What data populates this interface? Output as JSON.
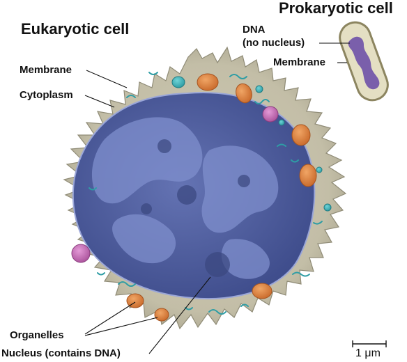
{
  "titles": {
    "eukaryotic": "Eukaryotic cell",
    "prokaryotic": "Prokaryotic cell"
  },
  "labels": {
    "membrane_euk": "Membrane",
    "cytoplasm": "Cytoplasm",
    "organelles": "Organelles",
    "nucleus": "Nucleus (contains DNA)",
    "dna_line1": "DNA",
    "dna_line2": "(no nucleus)",
    "membrane_pro": "Membrane"
  },
  "scale_bar": {
    "label": "1 μm"
  },
  "colors": {
    "cytoplasm": "#c8c3ae",
    "cytoplasm_edge": "#a9a58f",
    "nucleus": "#4f5e9c",
    "nucleus_light": "#7f8fcd",
    "organelle_orange": "#d97f3c",
    "organelle_cyan": "#3ab0b7",
    "organelle_pink": "#c36ab5",
    "prokaryote_body": "#e4dfc3",
    "prokaryote_dna": "#7a5fab"
  }
}
